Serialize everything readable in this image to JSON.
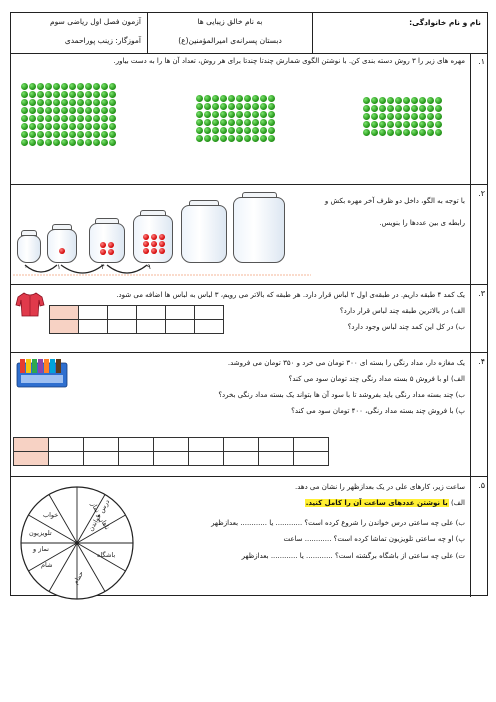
{
  "header": {
    "student_label": "نام و نام خانوادگی:",
    "center_line1": "به نام خالق زیبایی ها",
    "center_line2": "دبستان پسرانه‌ی امیرالمؤمنین(ع)",
    "left_line1": "آزمون فصل اول ریاضی سوم",
    "left_line2": "آموزگار: زینب پوراحمدی"
  },
  "q1": {
    "number": "۱.",
    "text": "مهره های زیر را ۳ روش دسته بندی کن. با نوشتن الگوی شمارش چندتا چندتا برای هر روش، تعداد آن ها را به دست بیاور.",
    "bead_color": "#2a9b1e"
  },
  "q2": {
    "number": "۲.",
    "text_line1": "با توجه به الگو، داخل دو ظرف آخر مهره بکش و",
    "text_line2": "رابطه ی بین عددها را بنویس.",
    "jar_labels": [
      "۰",
      "۱",
      "۴",
      "۹"
    ],
    "bead_color": "#d10000"
  },
  "q3": {
    "number": "۳.",
    "text": "یک کمد ۴ طبقه داریم. در طبقه‌ی اول ۲ لباس قرار دارد. هر طبقه که بالاتر می رویم، ۳ لباس به لباس ها اضافه می شود.",
    "a": "الف) در بالاترین طبقه چند لباس قرار دارد؟",
    "b": "ب) در کل این کمد چند لباس وجود دارد؟",
    "shirt_icon": "shirt-icon"
  },
  "q4": {
    "number": "۴.",
    "text": "یک مغازه دار، مداد رنگی را بسته ای ۳۰۰ تومان می خرد و ۳۵۰ تومان می فروشد.",
    "a": "الف) او با فروش ۵ بسته مداد رنگی چند تومان سود می کند؟",
    "b": "ب) چند بسته مداد رنگی باید بفروشد تا با سود آن ها بتواند یک بسته مداد رنگی بخرد؟",
    "c": "پ) با فروش چند بسته مداد رنگی، ۴۰۰ تومان سود می کند؟",
    "pencils_icon": "colored-pencils-icon"
  },
  "q5": {
    "number": "۵.",
    "text": "ساعت زیر، کارهای علی در یک بعدازظهر را نشان می دهد.",
    "a_prefix": "الف)",
    "a_highlight": "با نوشتن عددهای ساعت آن را کامل کنید.",
    "b": "ب) علی چه ساعتی درس خواندن را شروع کرده است؟ ............ یا ............ بعدازظهر",
    "c": "پ) او چه ساعتی تلویزیون تماشا کرده است؟ ............ ساعت",
    "d": "ت) علی چه ساعتی از باشگاه برگشته است؟ ............ یا ............ بعدازظهر",
    "clock_labels": [
      "خواب",
      "ناهار و نماز",
      "درس خواندن",
      "باشگاه",
      "حمام",
      "شام",
      "نماز و",
      "تلویزیون"
    ]
  }
}
